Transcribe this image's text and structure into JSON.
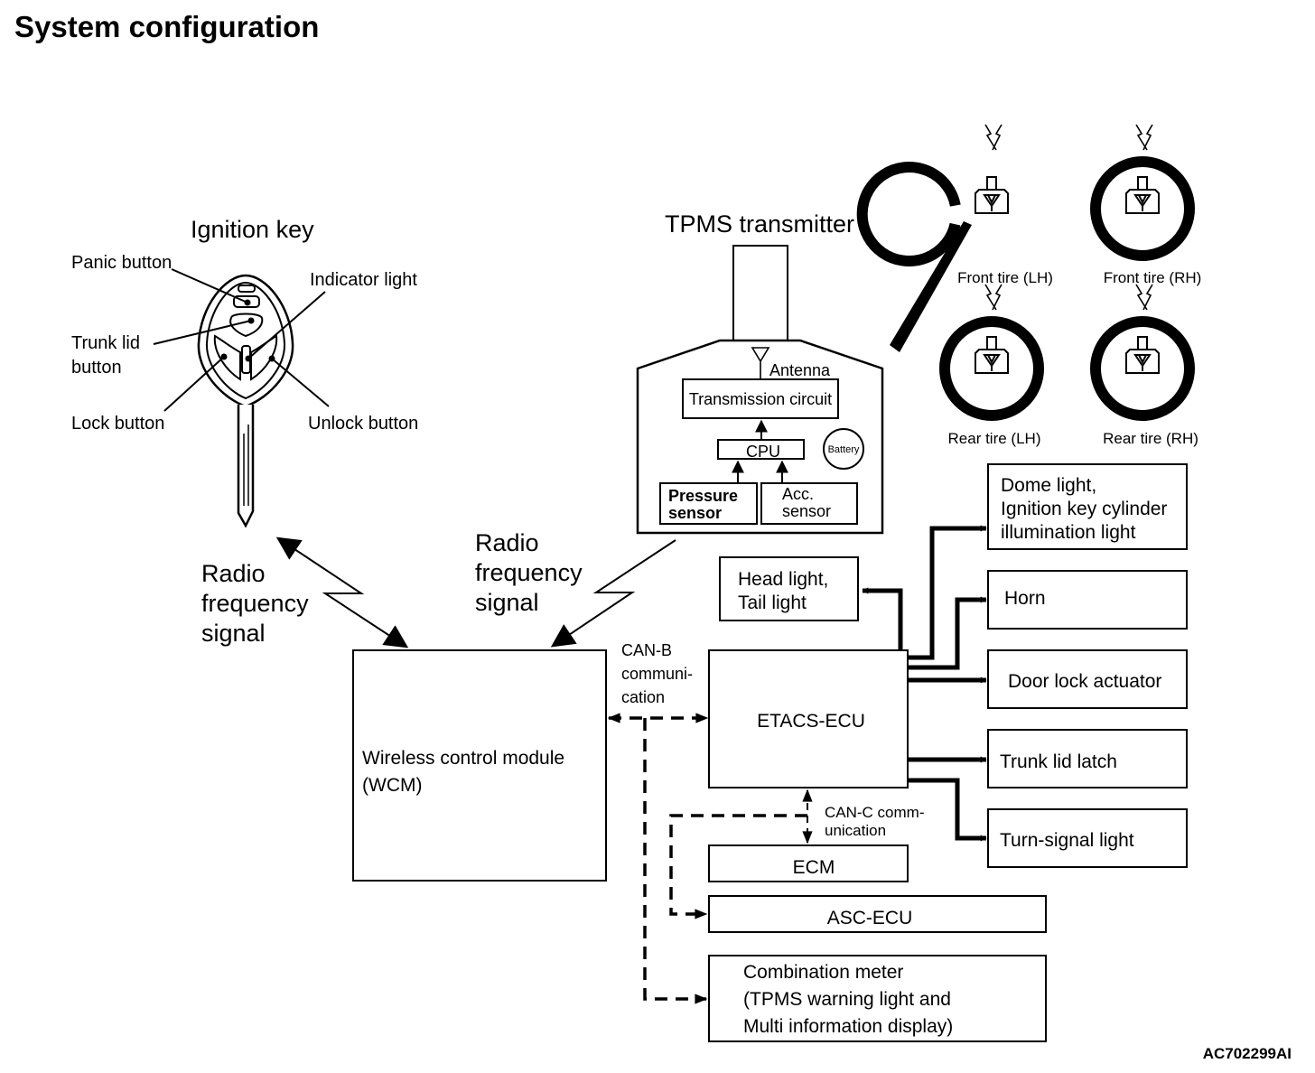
{
  "title": "System configuration",
  "figure_code": "AC702299AI",
  "ignition_key": {
    "heading": "Ignition key",
    "labels": {
      "panic": "Panic button",
      "indicator": "Indicator light",
      "trunk_line1": "Trunk lid",
      "trunk_line2": "button",
      "lock": "Lock button",
      "unlock": "Unlock button"
    }
  },
  "tpms": {
    "heading": "TPMS transmitter",
    "antenna": "Antenna",
    "transmission": "Transmission circuit",
    "cpu": "CPU",
    "battery": "Battery",
    "pressure_line1": "Pressure",
    "pressure_line2": "sensor",
    "acc_line1": "Acc.",
    "acc_line2": "sensor"
  },
  "tires": [
    {
      "label": "Front tire (LH)"
    },
    {
      "label": "Front tire (RH)"
    },
    {
      "label": "Rear tire (LH)"
    },
    {
      "label": "Rear tire (RH)"
    }
  ],
  "signals": {
    "rf_left": [
      "Radio",
      "frequency",
      "signal"
    ],
    "rf_right": [
      "Radio",
      "frequency",
      "signal"
    ],
    "can_b": [
      "CAN-B",
      "communi-",
      "cation"
    ],
    "can_c": [
      "CAN-C comm-",
      "unication"
    ]
  },
  "modules": {
    "wcm_line1": "Wireless control module",
    "wcm_line2": "(WCM)",
    "etacs": "ETACS-ECU",
    "ecm": "ECM",
    "asc": "ASC-ECU",
    "combo_line1": "Combination meter",
    "combo_line2": "(TPMS warning light and",
    "combo_line3": "Multi information display)"
  },
  "outputs": {
    "head_line1": "Head light,",
    "head_line2": "Tail light",
    "dome_line1": "Dome light,",
    "dome_line2": "Ignition key cylinder",
    "dome_line3": "illumination light",
    "horn": "Horn",
    "door": "Door lock actuator",
    "trunk": "Trunk lid latch",
    "turn": "Turn-signal light"
  }
}
